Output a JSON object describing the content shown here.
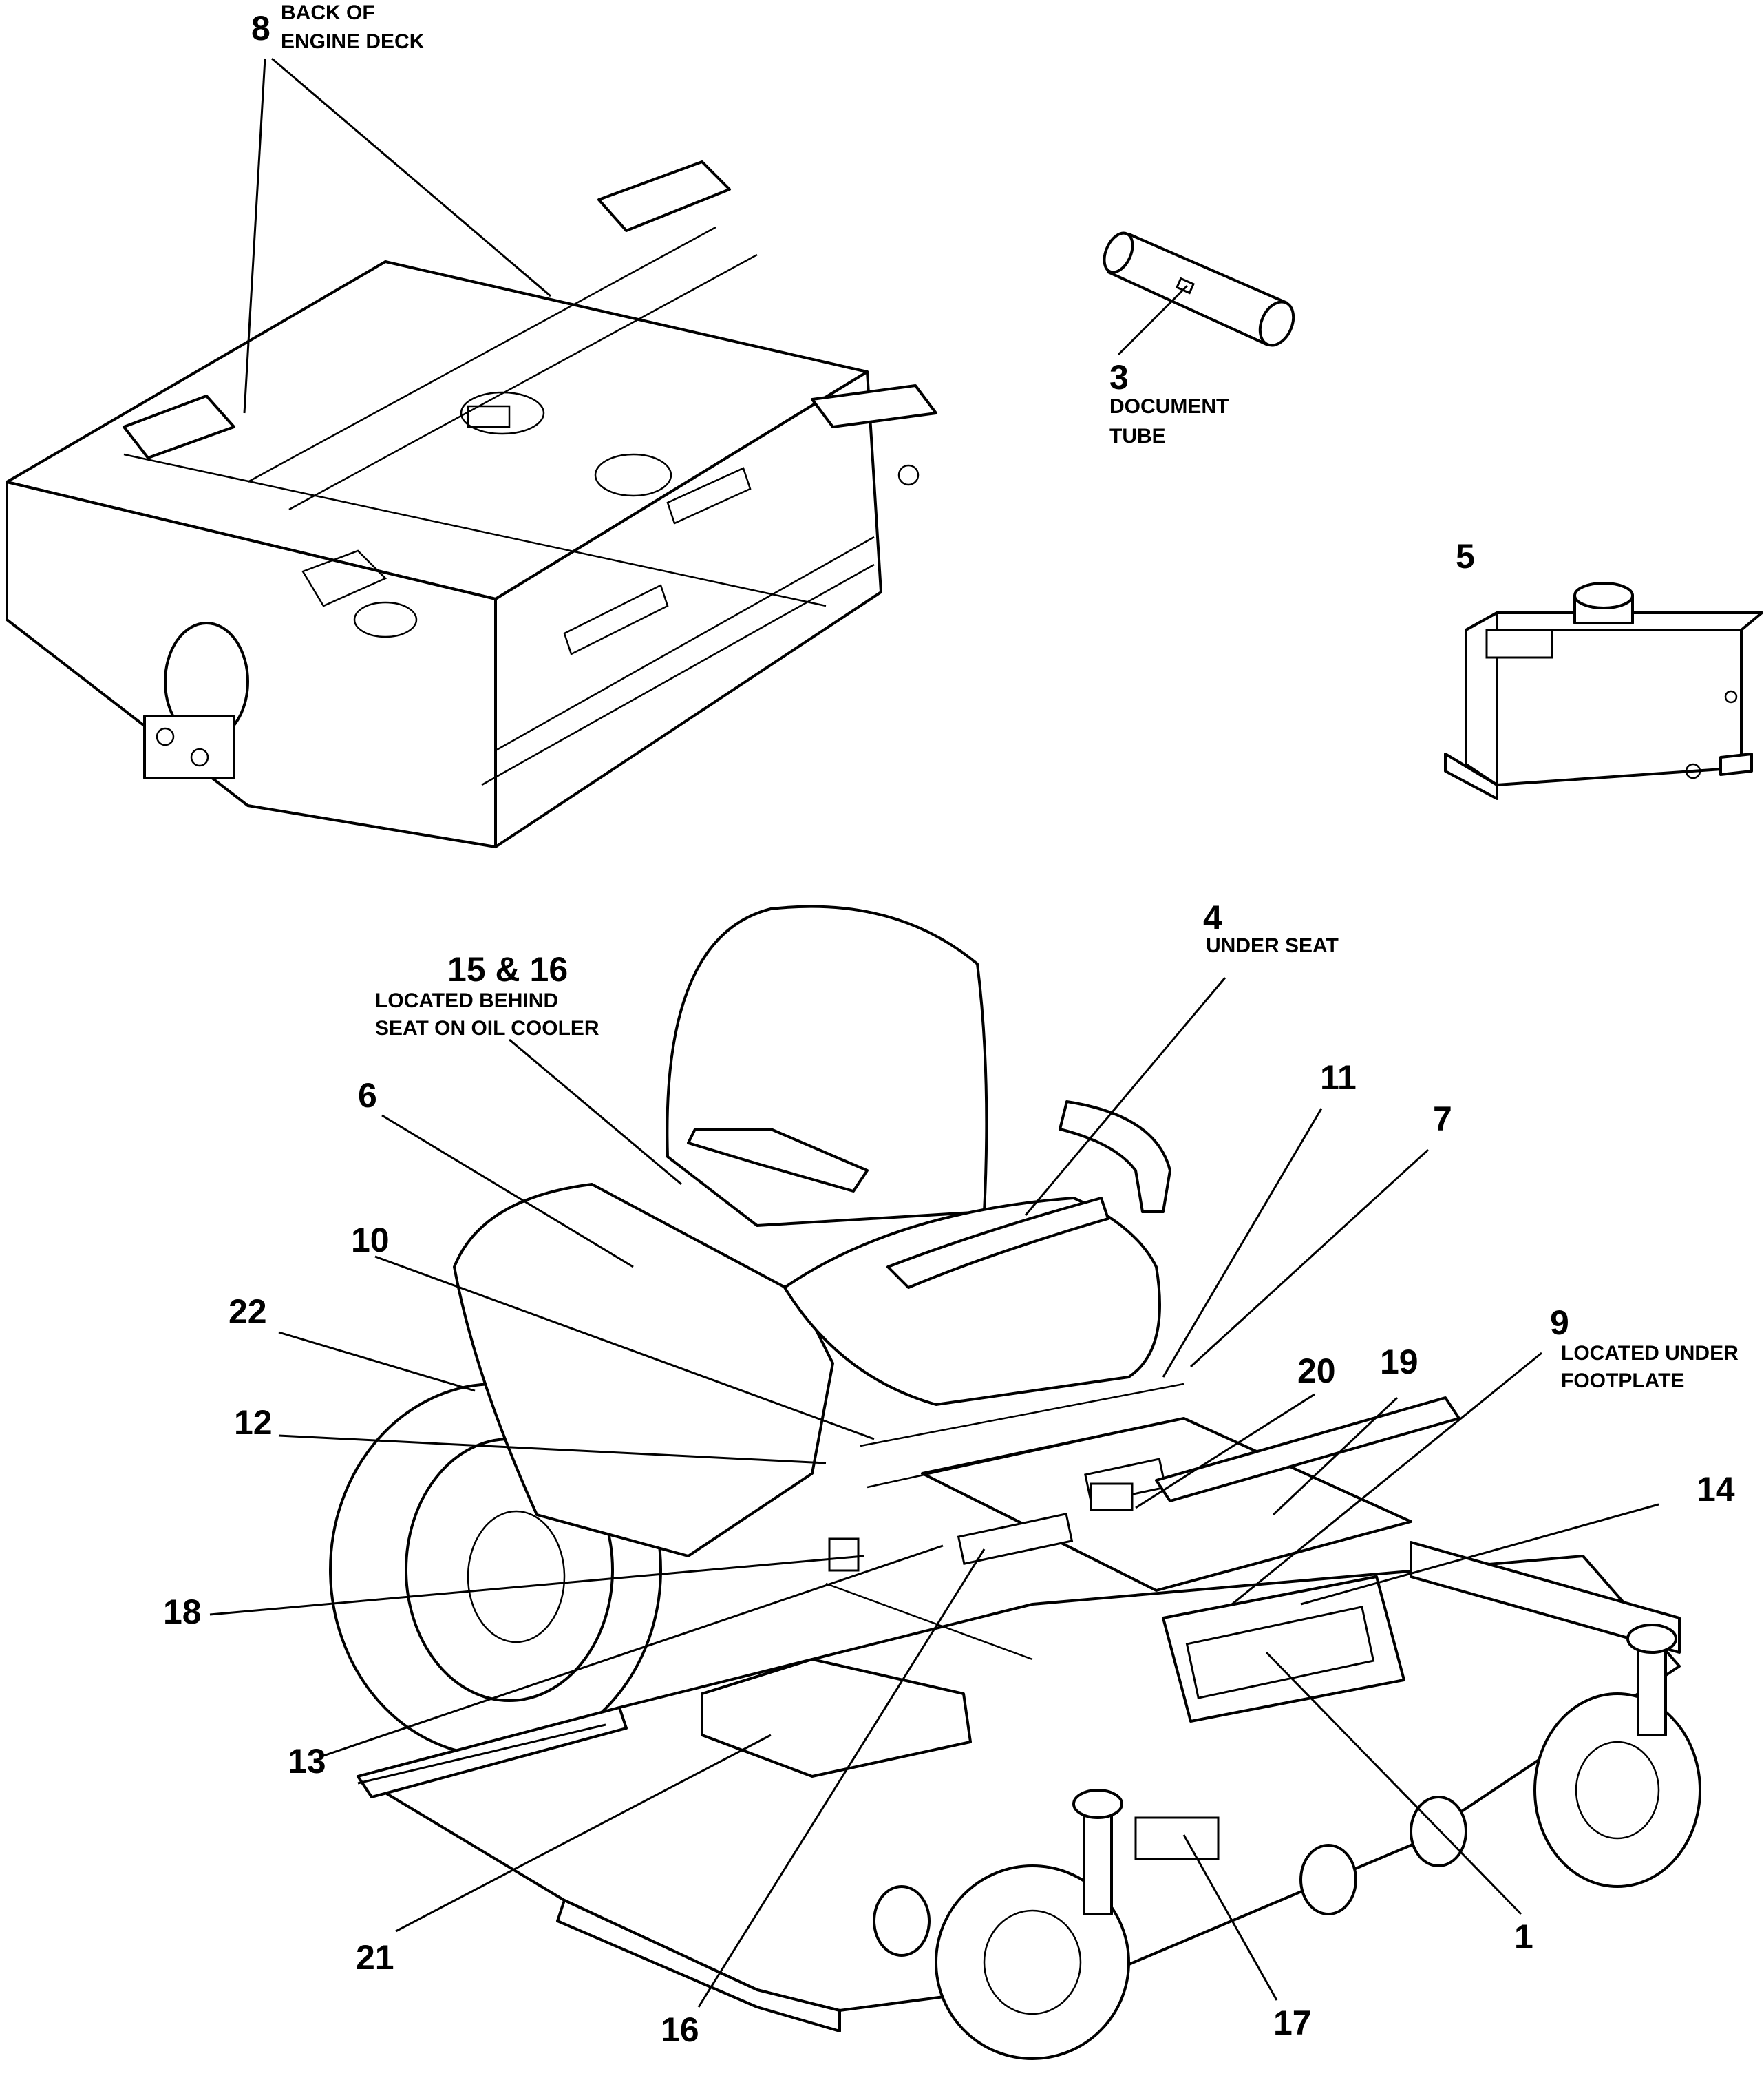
{
  "callouts": {
    "c8": {
      "num": "8",
      "note": [
        "BACK OF",
        "ENGINE DECK"
      ]
    },
    "c3": {
      "num": "3",
      "note": [
        "DOCUMENT",
        "TUBE"
      ]
    },
    "c5": {
      "num": "5"
    },
    "c4": {
      "num": "4",
      "note": [
        "UNDER SEAT"
      ]
    },
    "c1516": {
      "num": "15 & 16",
      "note": [
        "LOCATED BEHIND",
        "SEAT ON OIL COOLER"
      ]
    },
    "c6": {
      "num": "6"
    },
    "c11": {
      "num": "11"
    },
    "c7": {
      "num": "7"
    },
    "c10": {
      "num": "10"
    },
    "c22": {
      "num": "22"
    },
    "c9": {
      "num": "9",
      "note": [
        "LOCATED UNDER",
        "FOOTPLATE"
      ]
    },
    "c20": {
      "num": "20"
    },
    "c19": {
      "num": "19"
    },
    "c12": {
      "num": "12"
    },
    "c14": {
      "num": "14"
    },
    "c18": {
      "num": "18"
    },
    "c13": {
      "num": "13"
    },
    "c21": {
      "num": "21"
    },
    "c1": {
      "num": "1"
    },
    "c16": {
      "num": "16"
    },
    "c17": {
      "num": "17"
    }
  }
}
